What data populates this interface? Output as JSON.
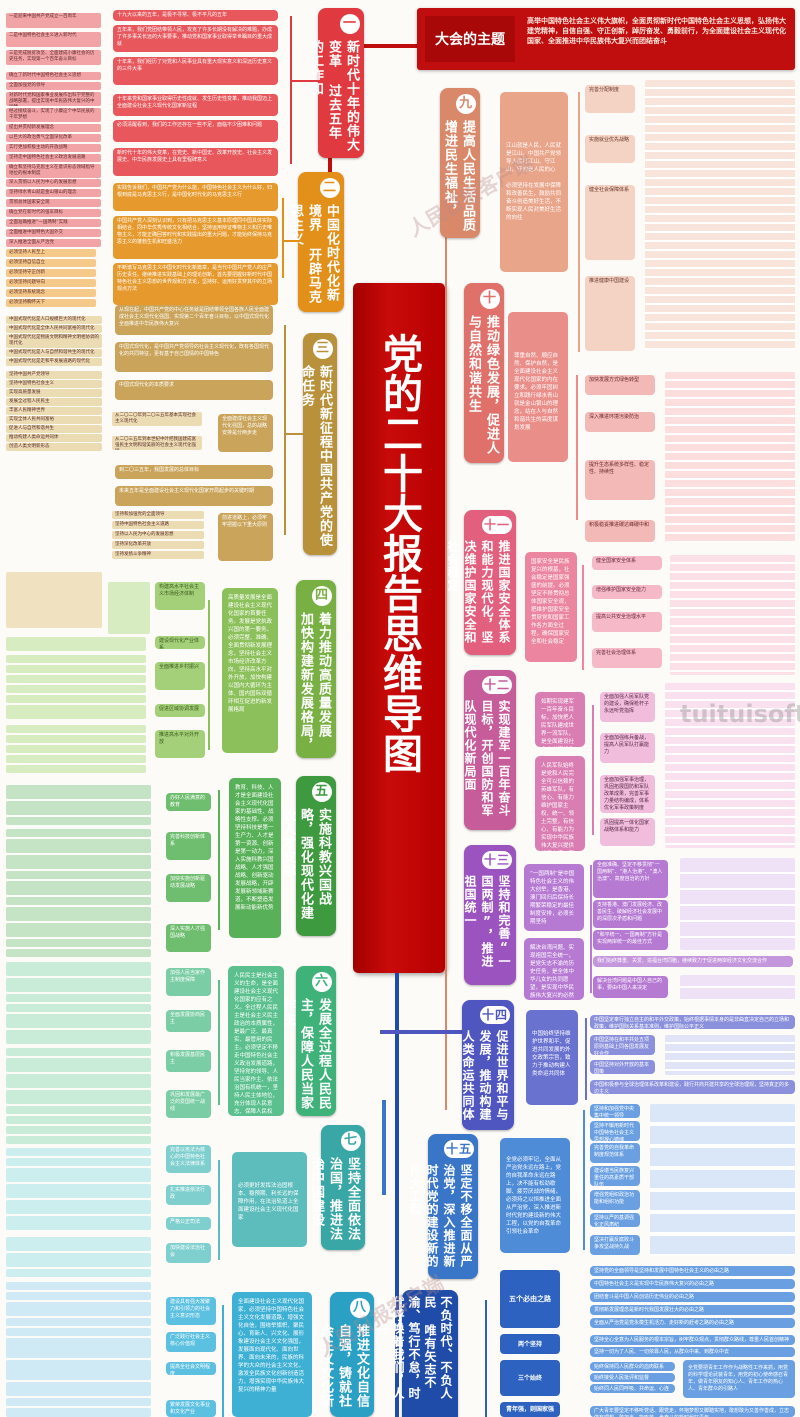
{
  "title": "党的二十大报告思维导图",
  "theme": {
    "label": "大会的主题",
    "text": "高举中国特色社会主义伟大旗帜，全面贯彻新时代中国特色社会主义思想，弘扬伟大建党精神，自信自强、守正创新，踔厉奋发、勇毅前行，为全面建设社会主义现代化国家、全面推进中华民族伟大复兴而团结奋斗"
  },
  "colors": {
    "center": "#c00d0d",
    "b1": "#e0393f",
    "b2": "#e3901a",
    "b3": "#b8913a",
    "b4": "#78b043",
    "b5": "#3e9a3e",
    "b6": "#3fb27a",
    "b7": "#3aa7a7",
    "b8": "#2aa0c5",
    "b9": "#d9896a",
    "b10": "#e0706a",
    "b11": "#e2607e",
    "b12": "#c75c9a",
    "b13": "#9b53c0",
    "b14": "#4f56c0",
    "b15": "#3a76c8",
    "b16": "#1f4ca8"
  },
  "branches": [
    {
      "num": "一",
      "title": "新时代十年的伟大变革 过去五年的工作和",
      "mids": [
        "十九大以来的五年，是极不寻常、极不平凡的五年",
        "五年来，我们党团结带领人民，攻克了许多长期没有解决的难题，办成了许多事关长远的大事要事，推动党和国家事业取得举世瞩目的重大成就",
        "十年来，我们经历了对党和人民事业具有重大现实意义和深远历史意义的三件大事",
        "十年来党和国家事业取得历史性成就、发生历史性变革，推动我国迈上全面建设社会主义现代化国家新征程",
        "必须清醒看到，我们的工作还存在一些不足，面临不少困难和问题",
        "新时代十年的伟大变革，在党史、新中国史、改革开放史、社会主义发展史、中华民族发展史上具有里程碑意义"
      ],
      "leaves": [
        "一是迎来中国共产党成立一百周年",
        "二是中国特色社会主义进入新时代",
        "三是完成脱贫攻坚、全面建成小康社会的历史任务，实现第一个百年奋斗目标",
        "确立了新时代中国特色社会主义思想",
        "全面加强党的领导",
        "对新时代党和国家事业发展作出科学完整的战略部署，提出实现中华民族伟大复兴的中国梦",
        "经过接续奋斗，实现了小康这个中华民族的千年梦想",
        "提出并贯彻新发展理念",
        "以巨大的政治勇气全面深化改革",
        "实行更加积极主动的开放战略",
        "坚持走中国特色社会主义政治发展道路",
        "确立和坚持马克思主义在意识形态领域指导地位的根本制度",
        "深入贯彻以人民为中心的发展思想",
        "坚持绿水青山就是金山银山的理念",
        "贯彻总体国家安全观",
        "确立党在新时代的强军目标",
        "全面准确推进“一国两制”实践",
        "全面推进中国特色大国外交",
        "深入推进全面从严治党"
      ]
    },
    {
      "num": "二",
      "title": "中国化时代化新境界 开辟马克思主义",
      "mids": [
        "实践告诉我们，中国共产党为什么能，中国特色社会主义为什么好，归根到底是马克思主义行，是中国化时代化的马克思主义行",
        "中国共产党人深刻认识到，只有把马克思主义基本原理同中国具体实际相结合、同中华优秀传统文化相结合，坚持运用辩证唯物主义和历史唯物主义，才能正确回答时代和实践提出的重大问题，才能始终保持马克思主义的蓬勃生机和旺盛活力",
        "不断谱写马克思主义中国化时代化新篇章，是当代中国共产党人的庄严历史责任。继续推进实践基础上的理论创新，首先要把握好新时代中国特色社会主义思想的世界观和方法论，坚持好、运用好贯穿其中的立场观点方法"
      ],
      "leaves": [
        "必须坚持人民至上",
        "必须坚持自信自立",
        "必须坚持守正创新",
        "必须坚持问题导向",
        "必须坚持系统观念",
        "必须坚持胸怀天下"
      ]
    },
    {
      "num": "三",
      "title": "新时代新征程中国共产党的使命任务",
      "mids": [
        "从现在起，中国共产党的中心任务就是团结带领全国各族人民全面建成社会主义现代化强国、实现第二个百年奋斗目标，以中国式现代化全面推进中华民族伟大复兴",
        "中国式现代化，是中国共产党领导的社会主义现代化，既有各国现代化的共同特征，更有基于自己国情的中国特色",
        "中国式现代化的本质要求",
        "全面建成社会主义现代化强国，总的战略安排是分两步走",
        "到二〇三五年，我国发展的总体目标",
        "未来五年是全面建设社会主义现代化国家开局起步的关键时期",
        "前进道路上，必须牢牢把握以下重大原则"
      ],
      "leaves": [
        "中国式现代化是人口规模巨大的现代化",
        "中国式现代化是全体人民共同富裕的现代化",
        "中国式现代化是物质文明和精神文明相协调的现代化",
        "中国式现代化是人与自然和谐共生的现代化",
        "中国式现代化是走和平发展道路的现代化",
        "坚持中国共产党领导",
        "坚持中国特色社会主义",
        "实现高质量发展",
        "发展全过程人民民主",
        "丰富人民精神世界",
        "实现全体人民共同富裕",
        "促进人与自然和谐共生",
        "推动构建人类命运共同体",
        "创造人类文明新形态",
        "从二〇二〇年到二〇三五年基本实现社会主义现代化",
        "从二〇三五年到本世纪中叶把我国建成富强民主文明和谐美丽的社会主义现代化强国",
        "坚持和加强党的全面领导",
        "坚持中国特色社会主义道路",
        "坚持以人民为中心的发展思想",
        "坚持深化改革开放",
        "坚持发扬斗争精神"
      ]
    },
    {
      "num": "四",
      "title": "着力推动高质量发展 加快构建新发展格局，",
      "mids": [
        "高质量发展是全面建设社会主义现代化国家的首要任务。发展是党执政兴国的第一要务。必须完整、准确、全面贯彻新发展理念，坚持社会主义市场经济改革方向，坚持高水平对外开放，加快构建以国内大循环为主体、国内国际双循环相互促进的新发展格局"
      ],
      "subs": [
        "构建高水平社会主义市场经济体制",
        "建设现代化产业体系",
        "全面推进乡村振兴",
        "促进区域协调发展",
        "推进高水平对外开放"
      ]
    },
    {
      "num": "五",
      "title": "实施科教兴国战略，强化现代化建设人才支撑",
      "mids": [
        "教育、科技、人才是全面建设社会主义现代化国家的基础性、战略性支撑。必须坚持科技是第一生产力、人才是第一资源、创新是第一动力，深入实施科教兴国战略、人才强国战略、创新驱动发展战略，开辟发展新领域新赛道，不断塑造发展新动能新优势"
      ],
      "subs": [
        "办好人民满意的教育",
        "完善科技创新体系",
        "加快实施创新驱动发展战略",
        "深入实施人才强国战略"
      ]
    },
    {
      "num": "六",
      "title": "发展全过程人民民主，保障人民当家作主",
      "mids": [
        "人民民主是社会主义的生命，是全面建设社会主义现代化国家的应有之义。全过程人民民主是社会主义民主政治的本质属性，是最广泛、最真实、最管用的民主。必须坚定不移走中国特色社会主义政治发展道路，坚持党的领导、人民当家作主、依法治国有机统一，坚持人民主体地位，充分体现人民意志、保障人民权益、激发人民创造活力"
      ],
      "subs": [
        "加强人民当家作主制度保障",
        "全面发展协商民主",
        "积极发展基层民主",
        "巩固和发展最广泛的爱国统一战线"
      ]
    },
    {
      "num": "七",
      "title": "坚持全面依法治国，推进法治中国建设",
      "mids": [
        "必须更好发挥法治固根本、稳预期、利长远的保障作用，在法治轨道上全面建设社会主义现代化国家"
      ],
      "subs": [
        "完善以宪法为核心的中国特色社会主义法律体系",
        "扎实推进依法行政",
        "严格公正司法",
        "加快建设法治社会"
      ]
    },
    {
      "num": "八",
      "title": "推进文化自信自强，铸就社会主义文化新辉煌",
      "mids": [
        "全面建设社会主义现代化国家，必须坚持中国特色社会主义文化发展道路，增强文化自信，围绕举旗帜、聚民心、育新人、兴文化、展形象建设社会主义文化强国，发展面向现代化、面向世界、面向未来的，民族的科学的大众的社会主义文化，激发全民族文化创新创造活力，增强实现中华民族伟大复兴的精神力量"
      ],
      "subs": [
        "建设具有强大凝聚力和引领力的社会主义意识形态",
        "广泛践行社会主义核心价值观",
        "提高全社会文明程度",
        "繁荣发展文化事业和文化产业"
      ]
    },
    {
      "num": "九",
      "title": "提高人民生活品质 增进民生福祉，",
      "mids": [
        "江山就是人民，人民就是江山。中国共产党领导人民打江山、守江山，守的是人民的心",
        "必须坚持在发展中保障和改善民生，鼓励共同奋斗创造美好生活，不断实现人民对美好生活的向往"
      ],
      "subs": [
        "完善分配制度",
        "实施就业优先战略",
        "健全社会保障体系",
        "推进健康中国建设"
      ]
    },
    {
      "num": "十",
      "title": "推动绿色发展，促进人与自然和谐共生",
      "mids": [
        "尊重自然、顺应自然、保护自然，是全面建设社会主义现代化国家的内在要求。必须牢固树立和践行绿水青山就是金山银山的理念，站在人与自然和谐共生的高度谋划发展"
      ],
      "subs": [
        "加快发展方式绿色转型",
        "深入推进环境污染防治",
        "提升生态系统多样性、稳定性、持续性",
        "积极稳妥推进碳达峰碳中和"
      ]
    },
    {
      "num": "十一",
      "title": "推进国家安全体系和能力现代化，坚决维护国家安全和社会稳定",
      "mids": [
        "国家安全是民族复兴的根基，社会稳定是国家强盛的前提。必须坚定不移贯彻总体国家安全观，把维护国家安全贯穿党和国家工作各方面全过程，确保国家安全和社会稳定"
      ],
      "subs": [
        "健全国家安全体系",
        "增强维护国家安全能力",
        "提高公共安全治理水平",
        "完善社会治理体系"
      ]
    },
    {
      "num": "十二",
      "title": "实现建军一百年奋斗目标，开创国防和军队现代化新局面",
      "mids": [
        "如期实现建军一百年奋斗目标，加快把人民军队建成世界一流军队，是全面建设社会主义现代化国家的战略要求",
        "人民军队始终是党和人民完全可以信赖的英雄军队，有信心、有能力维护国家主权、统一、领土完整，有信心、有能力为实现中华民族伟大复兴提供战略支撑，有信心、有能力为世界和平与发展作出更大贡献"
      ],
      "subs": [
        "全面加强人民军队党的建设，确保枪杆子永远听党指挥",
        "全面加强练兵备战，提高人民军队打赢能力",
        "全面加强军事治理，巩固拓展国防和军队改革成果，完善军事力量结构编成，体系优化军事政策制度",
        "巩固提高一体化国家战略体系和能力"
      ]
    },
    {
      "num": "十三",
      "title": "坚持和完善“一国两制”，推进祖国统一",
      "mids": [
        "“一国两制”是中国特色社会主义的伟大创举，是香港、澳门回归后保持长期繁荣稳定的最佳制度安排，必须长期坚持",
        "解决台湾问题、实现祖国完全统一，是党矢志不渝的历史任务，是全体中华儿女的共同愿望，是实现中华民族伟大复兴的必然要求"
      ],
      "subs": [
        "全面准确、坚定不移贯彻“一国两制”、“港人治港”、“澳人治澳”、高度自治的方针",
        "支持香港、澳门发展经济、改善民生、破解经济社会发展中的深层次矛盾和问题",
        "“和平统一、一国两制”方针是实现两岸统一的最佳方式",
        "我们始终尊重、关爱、造福台湾同胞，继续致力于促进两岸经济文化交流合作",
        "解决台湾问题是中国人自己的事，要由中国人来决定"
      ]
    },
    {
      "num": "十四",
      "title": "促进世界和平与发展，推动构建人类命运共同体",
      "mids": [
        "中国始终坚持维护世界和平、促进共同发展的外交政策宗旨，致力于推动构建人类命运共同体"
      ],
      "subs": [
        "中国坚定奉行独立自主的和平外交政策，始终根据事情本身的是非曲直决定自己的立场和政策，维护国际关系基本准则，维护国际公平正义",
        "中国坚持在和平共处五项原则基础上同各国发展友好合作",
        "中国坚持对外开放的基本国策",
        "中国积极参与全球治理体系改革和建设，践行共商共建共享的全球治理观，坚持真正的多边主义"
      ]
    },
    {
      "num": "十五",
      "title": "坚定不移全面从严治党，深入推进新时代党的建设新的伟大工程",
      "mids": [
        "全党必须牢记，全面从严治党永远在路上，党的自我革命永远在路上，决不能有松劲歇脚、疲劳厌战的情绪，必须持之以恒推进全面从严治党，深入推进新时代党的建设新的伟大工程，以党的自我革命引领社会革命"
      ],
      "subs": [
        "坚持和加强党中央集中统一领导",
        "坚持不懈用新时代中国特色社会主义思想凝心铸魂",
        "完善党的自我革命制度规范体系",
        "建设堪当民族复兴重任的高素质干部队伍",
        "增强党组织政治功能和组织功能",
        "坚持以严的基调强化正风肃纪",
        "坚决打赢反腐败斗争攻坚战持久战"
      ]
    },
    {
      "num": "",
      "title": "不负时代、不负人民 唯有矢志不渝、笃行不怠，时代呼唤着我们，人民期待",
      "subs": [
        "五个必由之路",
        "两个坚持",
        "三个始终",
        "青年强，则国家强"
      ],
      "five_paths": [
        "坚持党的全面领导是坚持和发展中国特色社会主义的必由之路",
        "中国特色社会主义是实现中华民族伟大复兴的必由之路",
        "团结奋斗是中国人民创造历史伟业的必由之路",
        "贯彻新发展理念是新时代我国发展壮大的必由之路",
        "全面从严治党是党永葆生机活力、走好新的赶考之路的必由之路"
      ],
      "two_persist": [
        "坚持全心全意为人民服务的根本宗旨，树牢群众观点，贯彻群众路线，尊重人民首创精神",
        "坚持一切为了人民、一切依靠人民，从群众中来、到群众中去"
      ],
      "three_always": [
        "始终保持同人民群众的血肉联系",
        "始终接受人民批评和监督",
        "始终同人民同呼吸、共命运、心连心"
      ],
      "youth": "全党要把青年工作作为战略性工作来抓，用党的科学理论武装青年，用党的初心使命感召青年，做青年朋友的知心人、青年工作的热心人、青年群众的引路人",
      "youth_more": "广大青年要坚定不移听党话、跟党走，怀抱梦想又脚踏实地，敢想敢为又善作善成，立志做有理想、敢担当、能吃苦、肯奋斗的新时代好青年"
    }
  ],
  "watermarks": [
    "人民日报客户端",
    "tuituisoft.com"
  ]
}
